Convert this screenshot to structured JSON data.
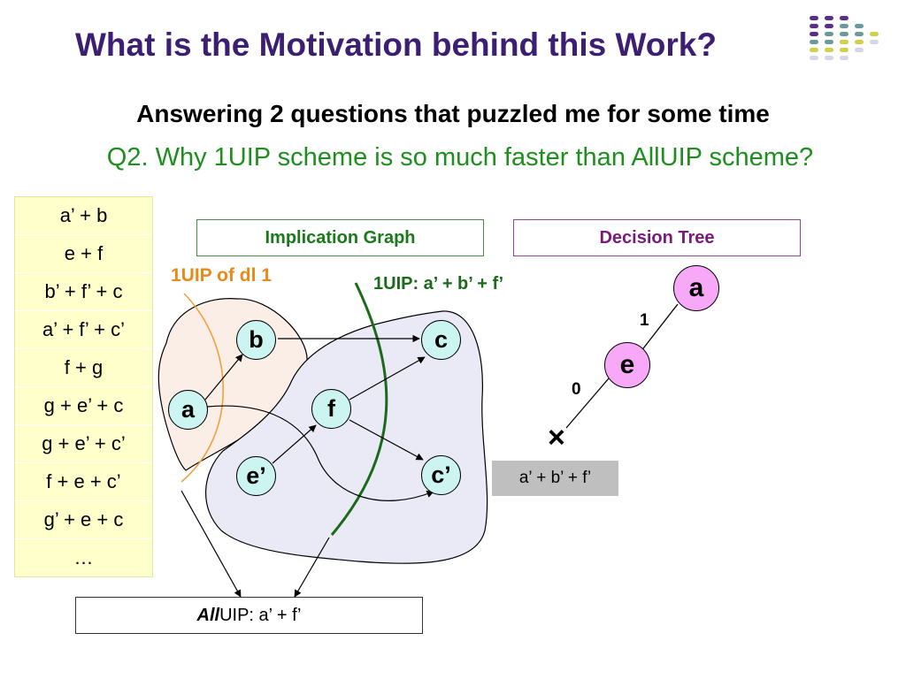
{
  "slide": {
    "title": "What is the Motivation behind this Work?",
    "subtitle": "Answering 2 questions that puzzled me for some time",
    "question": "Q2. Why 1UIP scheme is so much faster than AllUIP scheme?"
  },
  "clauses": [
    "a’ + b",
    "e + f",
    "b’ + f’ + c",
    "a’ + f’ + c’",
    "f + g",
    "g + e’ + c",
    "g + e’ + c’",
    "f + e + c’",
    "g’ + e + c",
    "…"
  ],
  "implication_graph": {
    "box_label": "Implication Graph",
    "nodes": {
      "a": "a",
      "b": "b",
      "c": "c",
      "e_neg": "e’",
      "f": "f",
      "c_neg": "c’"
    },
    "cut_dl1_label": "1UIP of dl 1",
    "cut_1uip_label": "1UIP: a’ + b’ + f’"
  },
  "decision_tree": {
    "box_label": "Decision Tree",
    "nodes": {
      "a": "a",
      "e": "e"
    },
    "edge_label_1": "1",
    "edge_label_0": "0",
    "conflict_mark": "×",
    "learned_clause": "a’ + b’ + f’"
  },
  "alluip": {
    "italic": "All",
    "rest": "UIP: a’ + f’"
  },
  "colors": {
    "title": "#3b1f73",
    "question": "#1e8f1e",
    "clause_bg": "#ffffcc",
    "node_fill": "#ccf5f2",
    "dt_node_fill": "#f7a8f7",
    "region_dl1": "#fbeee6",
    "region_dl2": "#eaeaf6",
    "cut_dl1": "#f0a040",
    "cut_1uip": "#1a6a1a"
  }
}
